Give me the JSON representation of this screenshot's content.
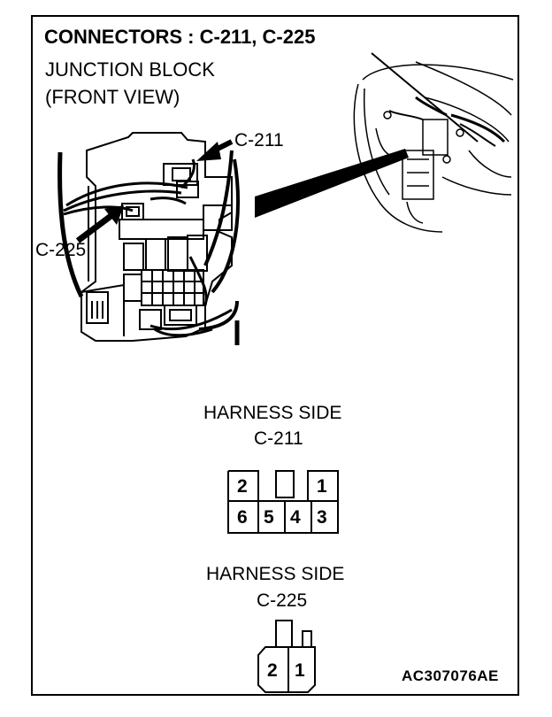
{
  "title": "CONNECTORS : C-211, C-225",
  "junction_block": {
    "line1": "JUNCTION BLOCK",
    "line2": "(FRONT VIEW)"
  },
  "callouts": {
    "c211": "C-211",
    "c225": "C-225"
  },
  "connector1": {
    "heading": "HARNESS SIDE",
    "name": "C-211",
    "top_pins": [
      "2",
      "1"
    ],
    "bottom_pins": [
      "6",
      "5",
      "4",
      "3"
    ]
  },
  "connector2": {
    "heading": "HARNESS SIDE",
    "name": "C-225",
    "pins": [
      "2",
      "1"
    ]
  },
  "figure_code": "AC307076AE"
}
